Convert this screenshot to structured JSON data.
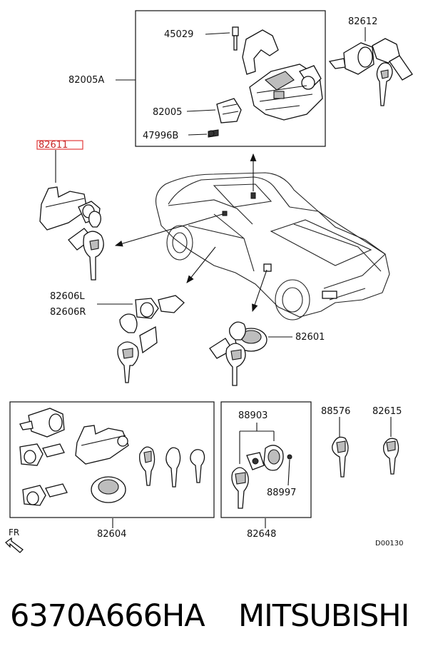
{
  "callouts": {
    "p45029": "45029",
    "p82005A": "82005A",
    "p82005": "82005",
    "p47996B": "47996B",
    "p82612": "82612",
    "p82611": "82611",
    "p82606L": "82606L",
    "p82606R": "82606R",
    "p82601": "82601",
    "p88903": "88903",
    "p88997": "88997",
    "p88576": "88576",
    "p82615": "82615",
    "p82604": "82604",
    "p82648": "82648"
  },
  "front_indicator": "FR",
  "diagram_code": "D00130",
  "caption": {
    "part_number": "6370A666HA",
    "brand": "MITSUBISHI"
  },
  "colors": {
    "highlight": "#e23b3b",
    "line": "#111111"
  }
}
